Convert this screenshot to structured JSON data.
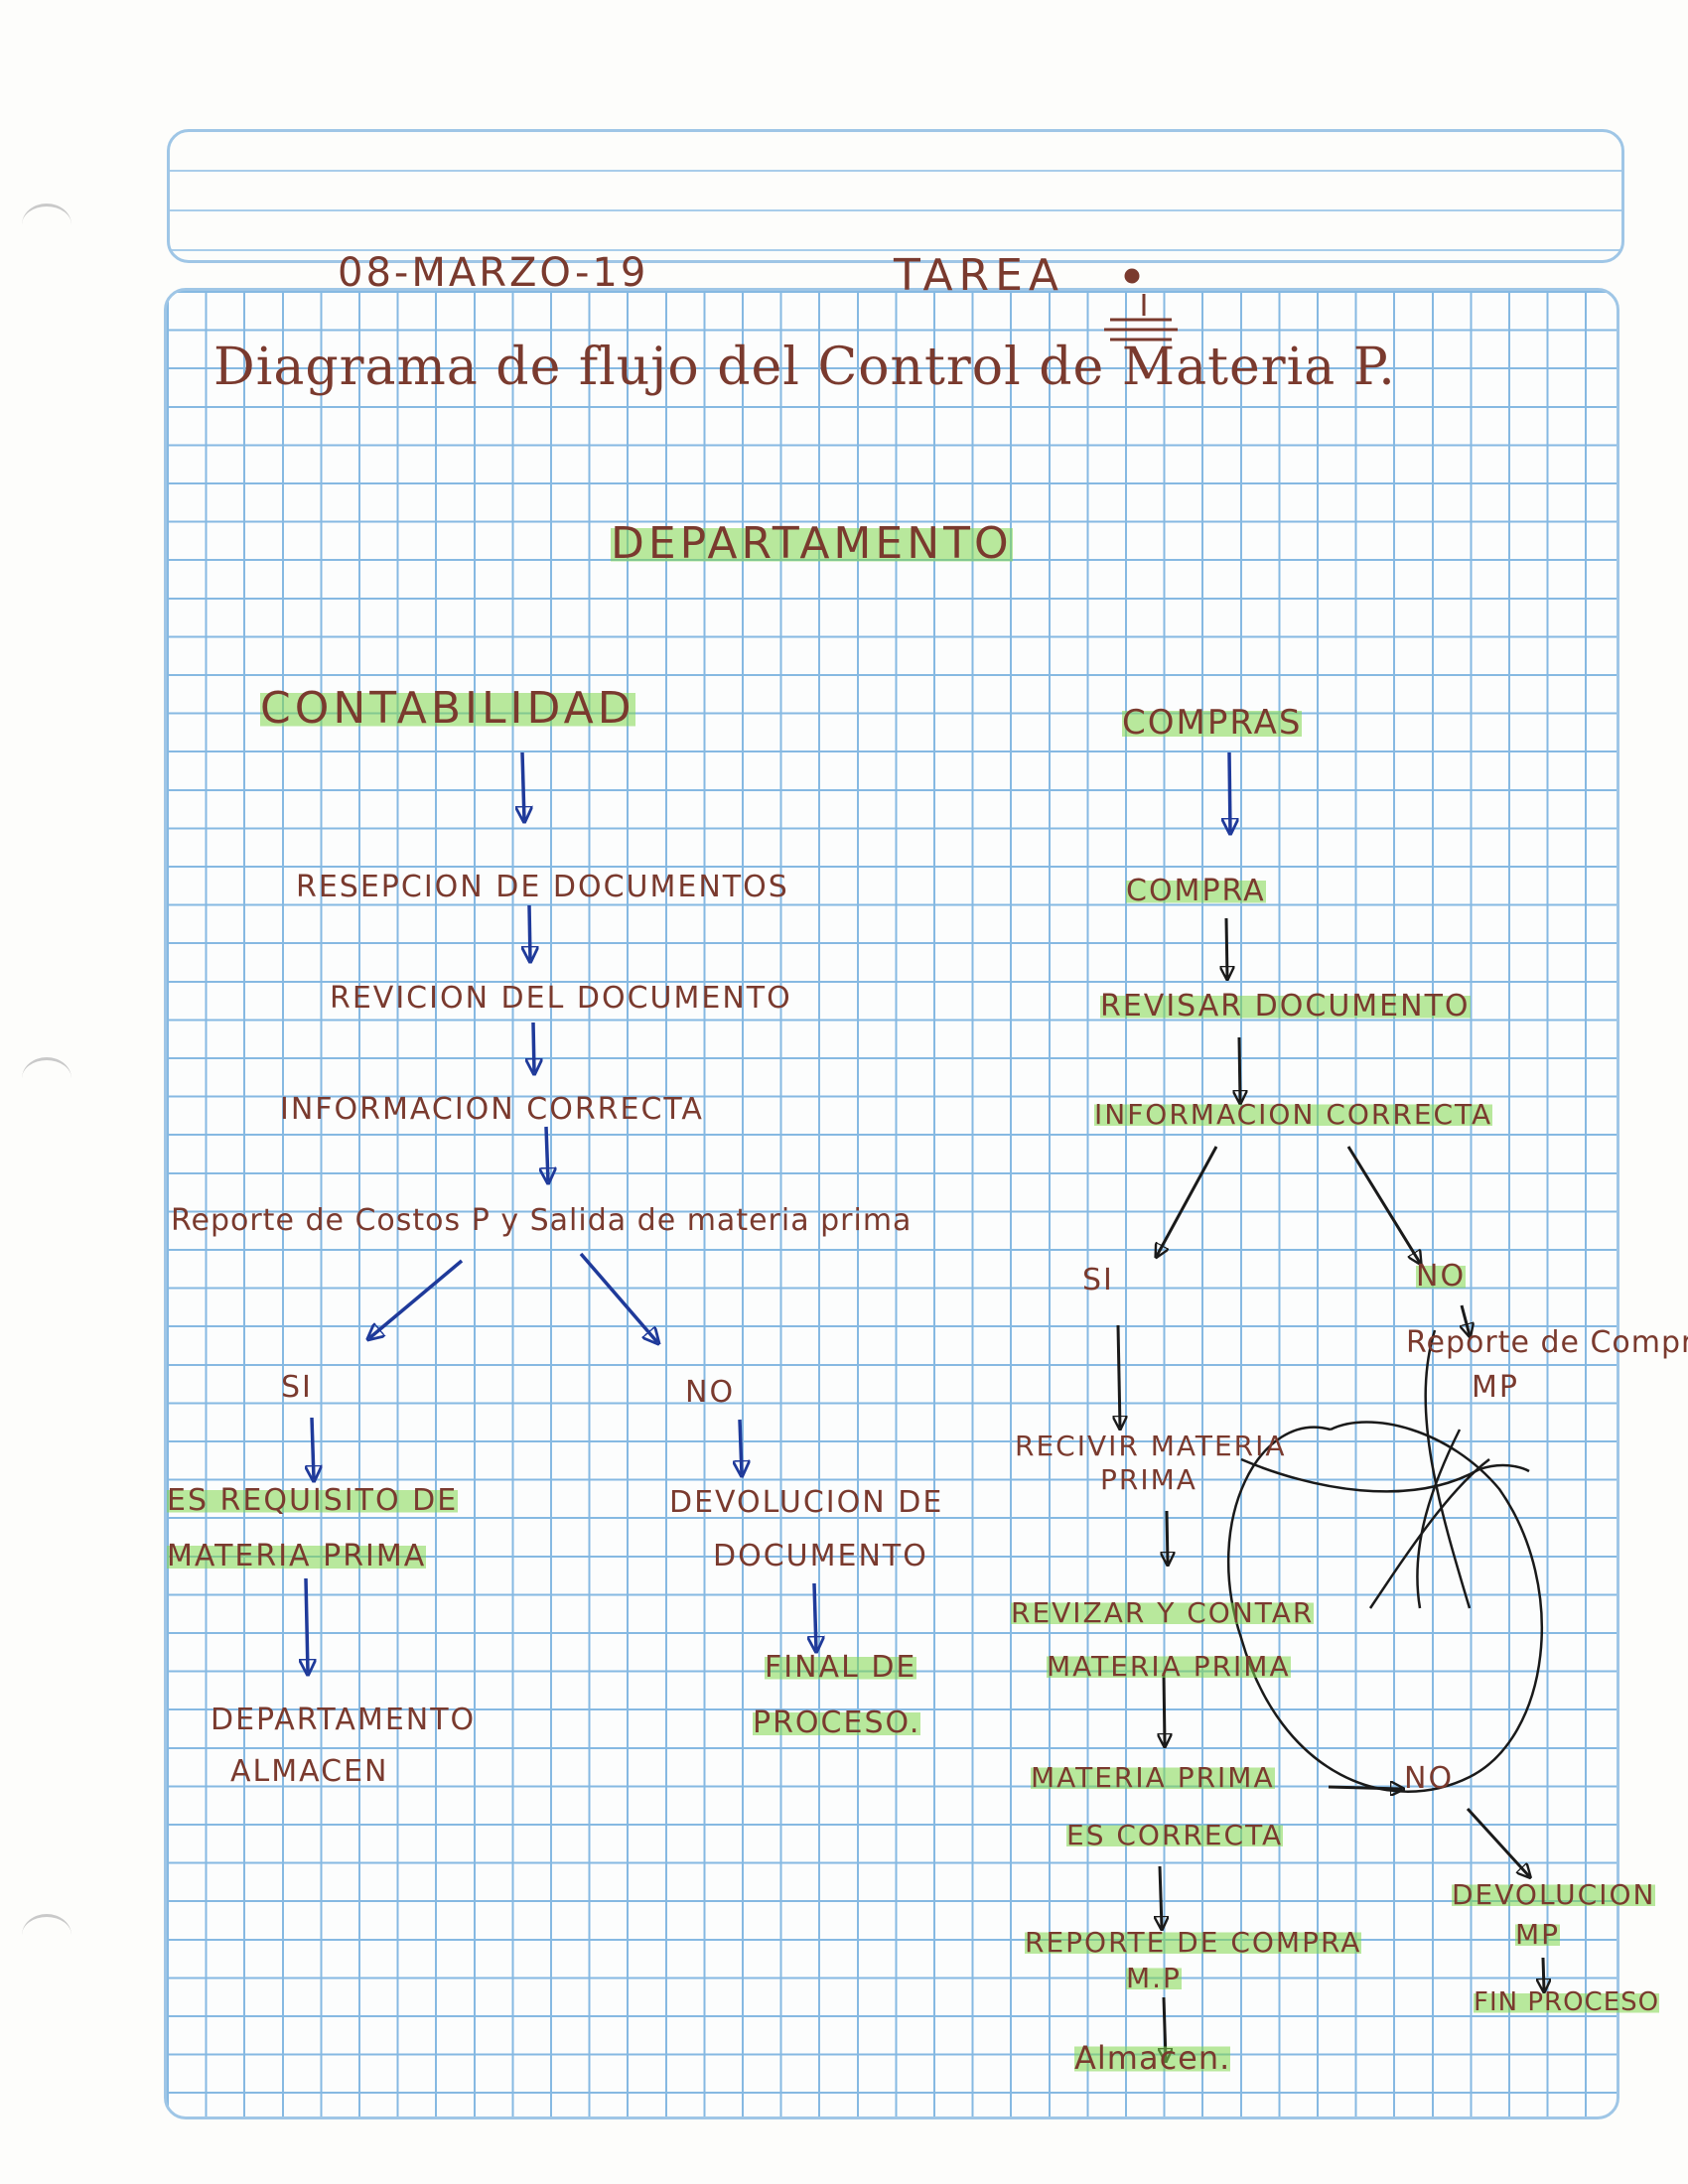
{
  "header": {
    "date": "08-MARZO-19",
    "label": "TAREA"
  },
  "title": "Diagrama de flujo del Control de Materia P.",
  "subtitle": "DEPARTAMENTO",
  "contabilidad": {
    "heading": "CONTABILIDAD",
    "steps": [
      "RESEPCION DE DOCUMENTOS",
      "REVICION DEL DOCUMENTO",
      "INFORMACION CORRECTA",
      "Reporte de Costos P y Salida de materia prima"
    ],
    "yes": {
      "label": "SI",
      "step_line1": "ES REQUISITO DE",
      "step_line2": "MATERIA PRIMA",
      "end_line1": "DEPARTAMENTO",
      "end_line2": "ALMACEN"
    },
    "no": {
      "label": "NO",
      "step_line1": "DEVOLUCION DE",
      "step_line2": "DOCUMENTO",
      "end_line1": "FINAL DE",
      "end_line2": "PROCESO."
    }
  },
  "compras": {
    "heading": "COMPRAS",
    "steps": [
      "COMPRA",
      "REVISAR DOCUMENTO",
      "INFORMACION CORRECTA"
    ],
    "yes": {
      "label": "SI",
      "receive_line1": "RECIVIR MATERIA",
      "receive_line2": "PRIMA",
      "count_line1": "REVIZAR Y CONTAR",
      "count_line2": "MATERIA PRIMA",
      "check_line1": "MATERIA PRIMA",
      "check_line2": "ES CORRECTA",
      "report_line1": "REPORTE DE COMPRA",
      "report_line2": "M.P",
      "end": "Almacen."
    },
    "no": {
      "label": "NO",
      "report_line1": "Reporte de Compra",
      "report_line2": "MP"
    },
    "check_no": {
      "label": "NO",
      "return_line1": "DEVOLUCION",
      "return_line2": "MP",
      "end": "FIN PROCESO"
    }
  },
  "colors": {
    "ink_brown": "#7a3a2e",
    "ink_blue": "#1f3a9a",
    "ink_black": "#1a1a1a",
    "highlight_green": "#80d64c",
    "grid_blue": "#86b9e2"
  }
}
